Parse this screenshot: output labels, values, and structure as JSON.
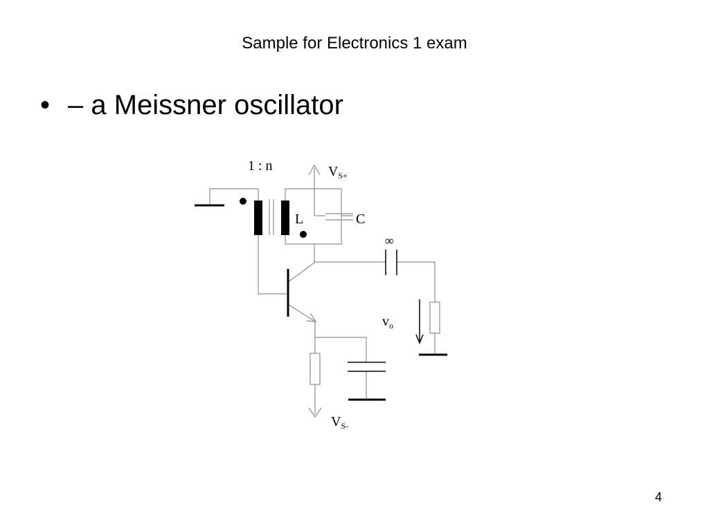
{
  "slide": {
    "title": "Sample for Electronics 1 exam",
    "bullet": "– a Meissner oscillator",
    "page_number": "4"
  },
  "circuit": {
    "ratio_label": "1 : n",
    "vs_plus": {
      "main": "V",
      "sub": "S+"
    },
    "vs_minus": {
      "main": "V",
      "sub": "S-"
    },
    "inductor_label": "L",
    "capacitor_label": "C",
    "coupling_cap_label": "∞",
    "vo": {
      "main": "v",
      "sub": "o"
    },
    "colors": {
      "wire": "#8c8c8c",
      "thick": "#000000"
    }
  }
}
